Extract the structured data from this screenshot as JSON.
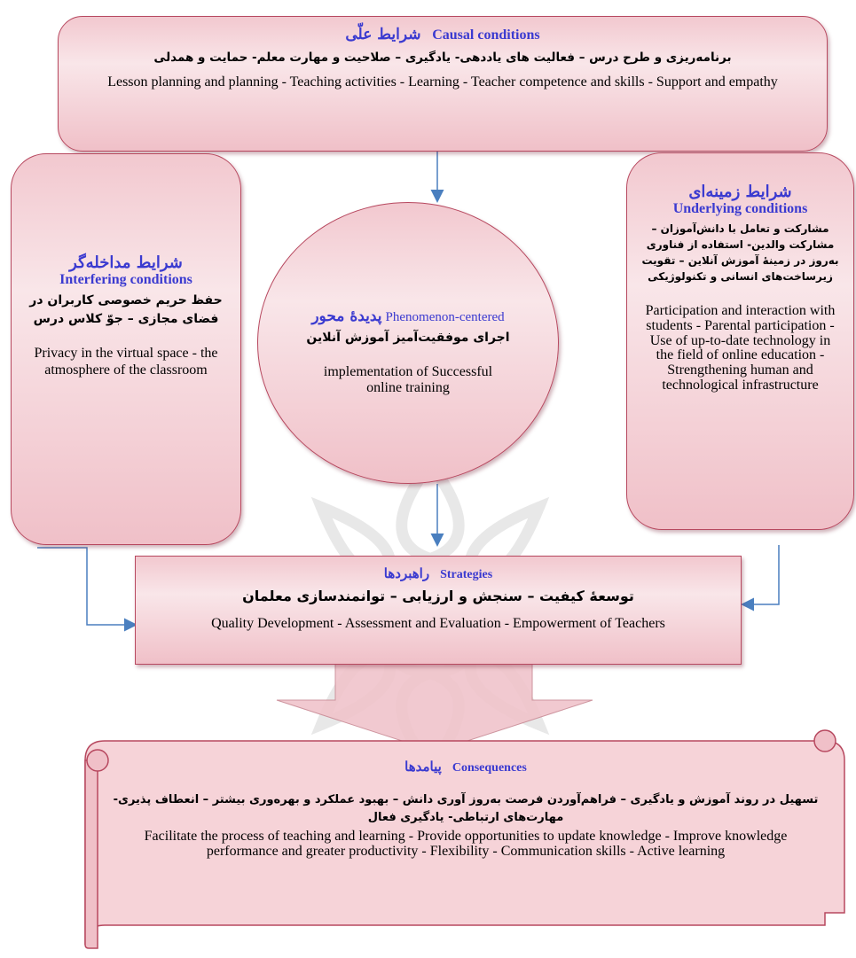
{
  "causal": {
    "title_fa": "شرایط علّی",
    "title_en": "Causal conditions",
    "items_fa": "برنامه‌ریزی و طرح درس – فعالیت های یاددهی- یادگیری  – صلاحیت و مهارت معلم- حمایت و همدلی",
    "items_en": "Lesson planning and planning - Teaching activities - Learning - Teacher competence and skills - Support and empathy"
  },
  "interfering": {
    "title_fa": "شرایط مداخله‌گر",
    "title_en": "Interfering conditions",
    "items_fa": "حفظ حریم خصوصی کاربران در فضای مجازی – جوّ کلاس درس",
    "items_en": "Privacy in the virtual space - the atmosphere of the classroom"
  },
  "phenomenon": {
    "title_fa": "پدیدهٔ محور",
    "title_en": "Phenomenon-centered",
    "items_fa": "اجرای موفقیت‌آمیز آموزش آنلاین",
    "items_en": "implementation of Successful online training"
  },
  "underlying": {
    "title_fa": "شرایط زمینه‌ای",
    "title_en": "Underlying conditions",
    "items_fa": "مشارکت و تعامل با دانش‌آموزان – مشارکت والدین- استفاده از فناوری به‌روز در زمینهٔ آموزش آنلاین – تقویت زیرساخت‌های انسانی و تکنولوژیکی",
    "items_en": "Participation and interaction with students - Parental participation - Use of up-to-date technology in the field of online education - Strengthening human and technological infrastructure"
  },
  "strategies": {
    "title_fa": "راهبردها",
    "title_en": "Strategies",
    "items_fa": "توسعهٔ کیفیت – سنجش و ارزیابی  –  توانمندسازی معلمان",
    "items_en": "Quality Development - Assessment and Evaluation - Empowerment of Teachers"
  },
  "consequences": {
    "title_fa": "پیامدها",
    "title_en": "Consequences",
    "items_fa": "تسهیل در روند آموزش و یادگیری – فراهم‌آوردن فرصت به‌روز آوری دانش  –  بهبود عملکرد و بهره‌وری بیشتر – انعطاف پذیری- مهارت‌های ارتباطی-  یادگیری فعال",
    "items_en": "Facilitate the process of teaching and learning - Provide opportunities to update knowledge - Improve knowledge performance and greater productivity - Flexibility - Communication skills - Active learning"
  },
  "colors": {
    "border": "#b7485f",
    "fill": "#f4cdd3",
    "title": "#3a3ad0",
    "arrow": "#4a7fbf"
  }
}
